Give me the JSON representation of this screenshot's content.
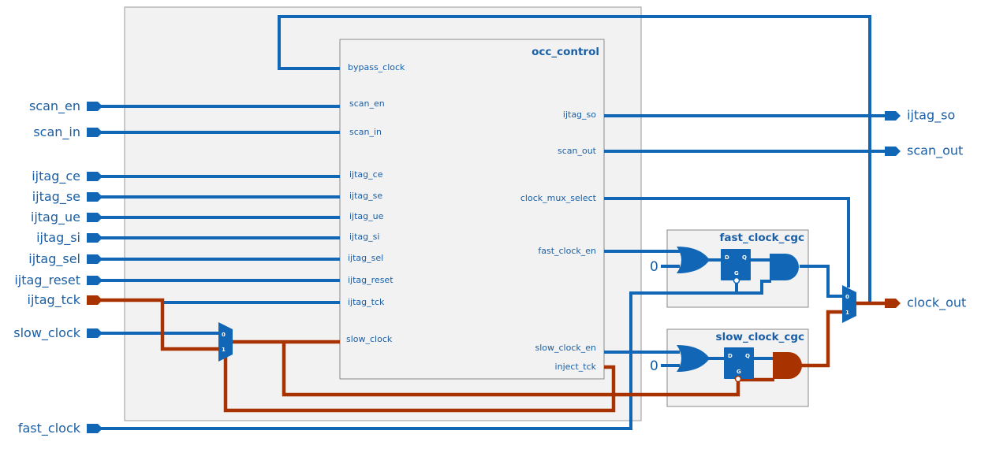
{
  "diagram": {
    "left_ports": [
      {
        "id": "scan_en",
        "label": "scan_en",
        "color": "#1166b5"
      },
      {
        "id": "scan_in",
        "label": "scan_in",
        "color": "#1166b5"
      },
      {
        "id": "ijtag_ce",
        "label": "ijtag_ce",
        "color": "#1166b5"
      },
      {
        "id": "ijtag_se",
        "label": "ijtag_se",
        "color": "#1166b5"
      },
      {
        "id": "ijtag_ue",
        "label": "ijtag_ue",
        "color": "#1166b5"
      },
      {
        "id": "ijtag_si",
        "label": "ijtag_si",
        "color": "#1166b5"
      },
      {
        "id": "ijtag_sel",
        "label": "ijtag_sel",
        "color": "#1166b5"
      },
      {
        "id": "ijtag_reset",
        "label": "ijtag_reset",
        "color": "#1166b5"
      },
      {
        "id": "ijtag_tck",
        "label": "ijtag_tck",
        "color": "#a83200"
      },
      {
        "id": "slow_clock",
        "label": "slow_clock",
        "color": "#1166b5"
      },
      {
        "id": "fast_clock",
        "label": "fast_clock",
        "color": "#1166b5"
      }
    ],
    "right_ports": [
      {
        "id": "ijtag_so",
        "label": "ijtag_so",
        "color": "#1166b5"
      },
      {
        "id": "scan_out",
        "label": "scan_out",
        "color": "#1166b5"
      },
      {
        "id": "clock_out",
        "label": "clock_out",
        "color": "#a83200"
      }
    ],
    "occ_control": {
      "title": "occ_control",
      "inputs": [
        "bypass_clock",
        "scan_en",
        "scan_in",
        "ijtag_ce",
        "ijtag_se",
        "ijtag_ue",
        "ijtag_si",
        "ijtag_sel",
        "ijtag_reset",
        "ijtag_tck",
        "slow_clock"
      ],
      "outputs": [
        "ijtag_so",
        "scan_out",
        "clock_mux_select",
        "fast_clock_en",
        "slow_clock_en",
        "inject_tck"
      ]
    },
    "fast_clock_cgc": {
      "title": "fast_clock_cgc",
      "const": "0"
    },
    "slow_clock_cgc": {
      "title": "slow_clock_cgc",
      "const": "0"
    },
    "mux_pins": {
      "zero": "0",
      "one": "1"
    },
    "ff_pins": {
      "d": "D",
      "q": "Q",
      "g": "G"
    },
    "colors": {
      "data_wire": "#1166b5",
      "clock_wire": "#a83200",
      "box_fill": "#f2f2f2"
    }
  }
}
